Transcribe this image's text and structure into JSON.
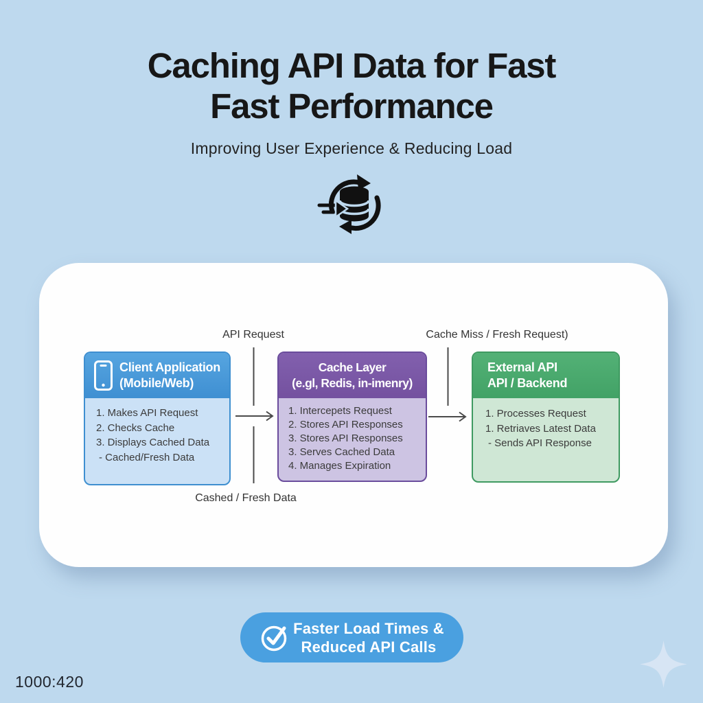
{
  "header": {
    "title_line1": "Caching API Data for Fast",
    "title_line2": "Fast Performance",
    "subtitle": "Improving User Experience & Reducing Load"
  },
  "flow": {
    "label_api_request": "API Request",
    "label_cache_miss": "Cache Miss / Fresh Request)",
    "label_cached_fresh": "Cashed / Fresh Data",
    "cards": [
      {
        "title_line1": "Client Application",
        "title_line2": "(Mobile/Web)",
        "icon": "smartphone-icon",
        "accent": "#3e8fd0",
        "items": [
          "1. Makes API Request",
          "2. Checks Cache",
          "3. Displays Cached Data",
          "- Cached/Fresh Data"
        ]
      },
      {
        "title_line1": "Cache Layer",
        "title_line2": "(e.gl, Redis, in-imenry)",
        "accent": "#6a4c9c",
        "items": [
          "1. Intercepets Request",
          "2. Stores API Responses",
          "3. Stores API Responses",
          "3. Serves Cached Data",
          "4. Manages Expiration"
        ]
      },
      {
        "title_line1": "External API",
        "title_line2": "API / Backend",
        "accent": "#3f9a61",
        "items": [
          "1. Processes Request",
          "1. Retriaves Latest Data",
          "- Sends API Response"
        ]
      }
    ]
  },
  "badge": {
    "icon": "check-circle-icon",
    "line1": "Faster Load Times &",
    "line2": "Reduced API Calls",
    "color": "#4aa0e0"
  },
  "footer": {
    "note": "1000:420"
  },
  "colors": {
    "background": "#bed9ee",
    "panel": "#ffffff",
    "hero_icon": "#111111",
    "connector": "#4a4a4a"
  }
}
